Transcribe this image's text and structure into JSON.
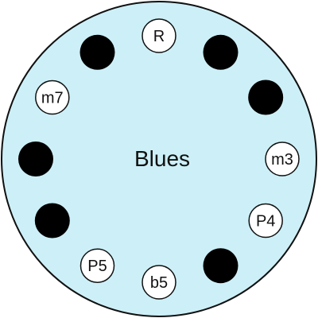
{
  "diagram": {
    "title": "Blues",
    "colors": {
      "background": "#cdf0f8",
      "stroke": "#111111",
      "filled_node": "#000000",
      "open_node": "#ffffff"
    },
    "nodes": [
      {
        "label": "R",
        "filled": false
      },
      {
        "label": "",
        "filled": true
      },
      {
        "label": "",
        "filled": true
      },
      {
        "label": "m3",
        "filled": false
      },
      {
        "label": "P4",
        "filled": false
      },
      {
        "label": "",
        "filled": true
      },
      {
        "label": "b5",
        "filled": false
      },
      {
        "label": "P5",
        "filled": false
      },
      {
        "label": "",
        "filled": true
      },
      {
        "label": "",
        "filled": true
      },
      {
        "label": "m7",
        "filled": false
      },
      {
        "label": "",
        "filled": true
      }
    ]
  }
}
